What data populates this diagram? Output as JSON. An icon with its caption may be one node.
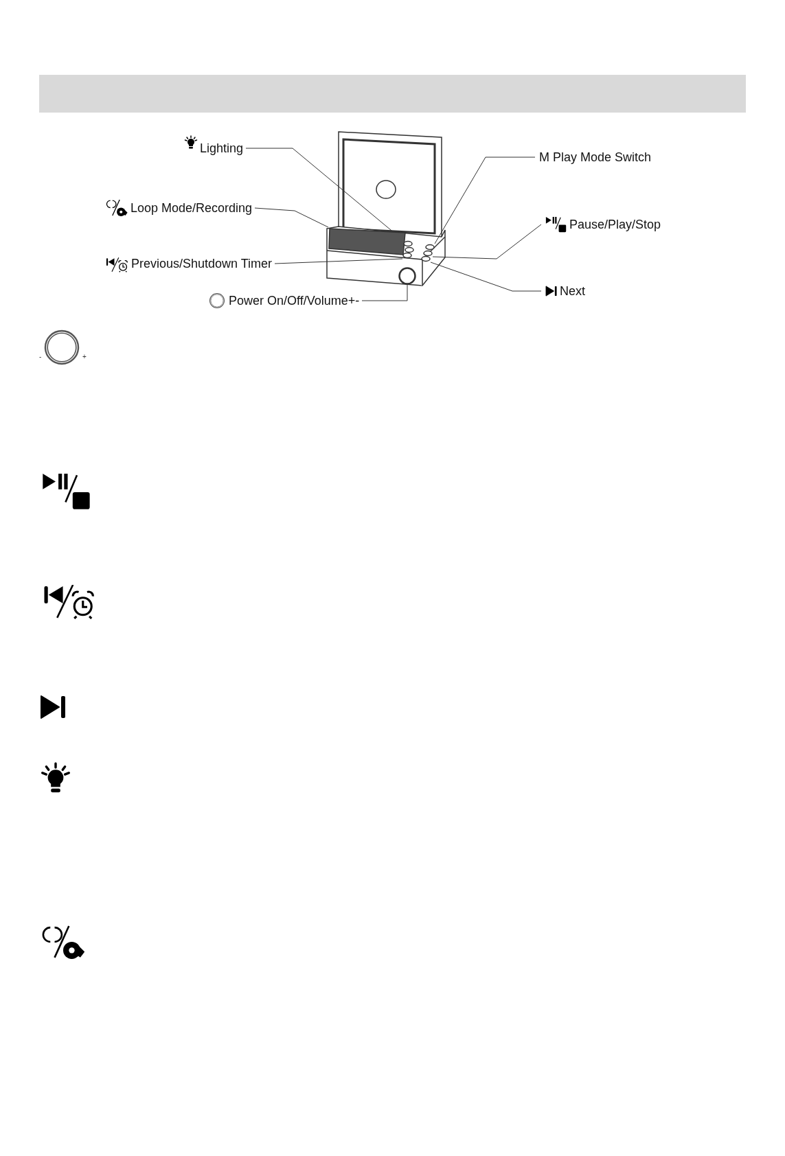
{
  "diagram": {
    "nodes": [
      {
        "text": [
          "Lighting"
        ]
      },
      {
        "text": [
          "M Play Mode Switch"
        ]
      },
      {
        "text": [
          "Loop Mode/Recording"
        ]
      },
      {
        "text": [
          "Pause/Play/Stop"
        ]
      },
      {
        "text": [
          "Previous/Shutdown Timer"
        ]
      },
      {
        "text": [
          "Next"
        ]
      },
      {
        "text": [
          "Power On/Off/Volume+-"
        ]
      },
      {
        "text": [],
        "shape": "box"
      },
      {
        "text": [],
        "shape": "button"
      },
      {
        "text": [],
        "shape": "button"
      },
      {
        "text": [],
        "shape": "button"
      },
      {
        "text": [],
        "shape": "button"
      },
      {
        "text": [],
        "shape": "button"
      },
      {
        "text": [],
        "shape": "circle"
      }
    ],
    "edges": [
      {
        "from": 0,
        "to": 8,
        "arrow": "none"
      },
      {
        "from": 1,
        "to": 10,
        "arrow": "none"
      },
      {
        "from": 2,
        "to": 7,
        "arrow": "none"
      },
      {
        "from": 3,
        "to": 11,
        "arrow": "none"
      },
      {
        "from": 4,
        "to": 9,
        "arrow": "none"
      },
      {
        "from": 5,
        "to": 12,
        "arrow": "none"
      },
      {
        "from": 6,
        "to": 13,
        "arrow": "none"
      }
    ],
    "labels": [
      "-",
      "+"
    ]
  }
}
